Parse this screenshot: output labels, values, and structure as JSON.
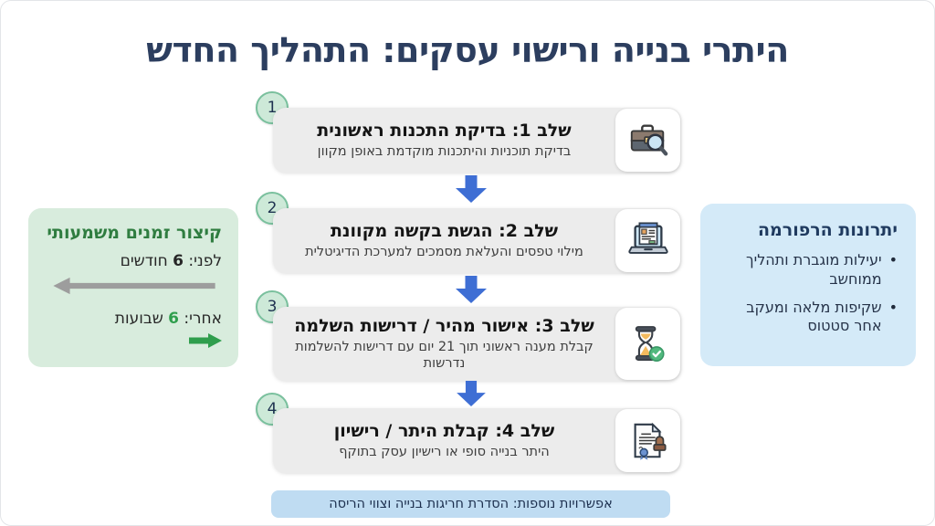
{
  "page": {
    "title": "היתרי בנייה ורישוי עסקים: התהליך החדש"
  },
  "steps": [
    {
      "num": "1",
      "title": "שלב 1: בדיקת התכנות ראשונית",
      "desc": "בדיקת תוכניות והיתכנות מוקדמת באופן מקוון",
      "icon": "briefcase-magnifier-icon"
    },
    {
      "num": "2",
      "title": "שלב 2: הגשת בקשה מקוונת",
      "desc": "מילוי טפסים והעלאת מסמכים למערכת הדיגיטלית",
      "icon": "laptop-form-icon"
    },
    {
      "num": "3",
      "title": "שלב 3: אישור מהיר / דרישות השלמה",
      "desc": "קבלת מענה ראשוני תוך 21 יום עם דרישות להשלמות נדרשות",
      "icon": "hourglass-check-icon"
    },
    {
      "num": "4",
      "title": "שלב 4: קבלת היתר / רישיון",
      "desc": "היתר בנייה סופי או רישיון עסק בתוקף",
      "icon": "certificate-stamp-icon"
    }
  ],
  "time_panel": {
    "title": "קיצור זמנים משמעותי",
    "before_label": "לפני:",
    "before_num": "6",
    "before_unit": "חודשים",
    "after_label": "אחרי:",
    "after_num": "6",
    "after_unit": "שבועות"
  },
  "benefits_panel": {
    "title": "יתרונות הרפורמה",
    "items": [
      "יעילות מוגברת ותהליך ממוחשב",
      "שקיפות מלאה ומעקב אחר סטטוס"
    ]
  },
  "footer": {
    "note": "אפשרויות נוספות: הסדרת חריגות בנייה וצווי הריסה"
  },
  "colors": {
    "title_navy": "#2c3e5f",
    "step_box_gray": "#ececec",
    "arrow_blue": "#3e6ed4",
    "badge_fill_green": "#cde9d8",
    "badge_border_green": "#79c09d",
    "time_panel_green": "#d8ecdd",
    "time_title_green": "#2f7d40",
    "after_arrow_green": "#2f9e4d",
    "before_arrow_gray": "#9d9d9d",
    "benefits_panel_blue": "#d4eaf8",
    "footer_bar_blue": "#bfdcf2"
  }
}
